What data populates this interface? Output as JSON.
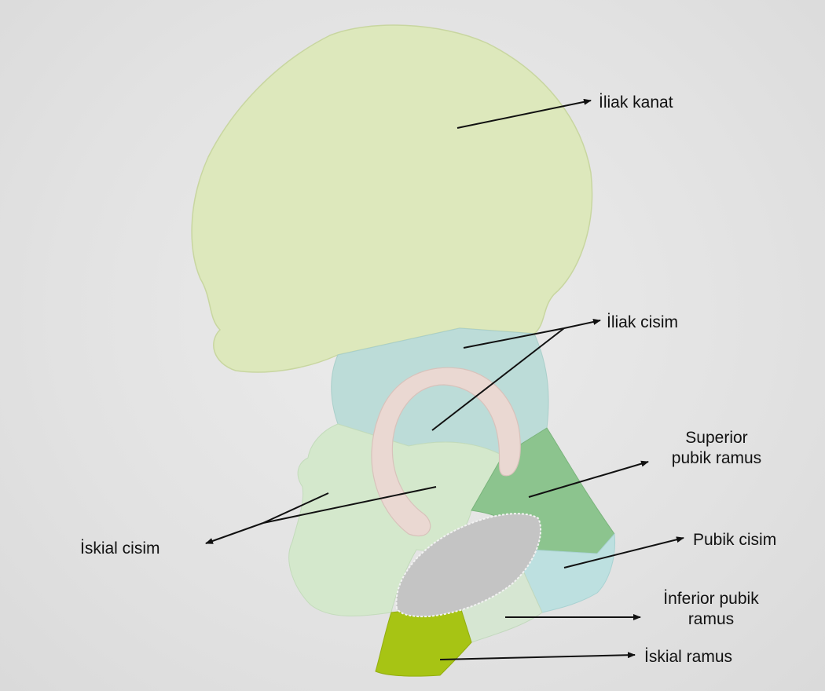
{
  "labels": {
    "iliac_wing": "İliak kanat",
    "iliac_body": "İliak cisim",
    "superior_pubic_ramus_line1": "Superior",
    "superior_pubic_ramus_line2": "pubik ramus",
    "ischial_body": "İskial cisim",
    "pubic_body": "Pubik cisim",
    "inferior_pubic_ramus_line1": "İnferior pubik",
    "inferior_pubic_ramus_line2": "ramus",
    "ischial_ramus": "İskial ramus"
  },
  "colors": {
    "background": "#e4e4e4",
    "iliac_wing": "#dde8bc",
    "iliac_body": "#bcdcd8",
    "ischial_body": "#d4e8cc",
    "superior_pubic_ramus": "#8cc48e",
    "pubic_body": "#bde0e0",
    "inferior_pubic_ramus": "#d6e6d2",
    "ischial_ramus": "#a7c414",
    "acetabulum_lunate": "#ead8d2",
    "obturator_foramen": "#c4c4c4",
    "arrow": "#111111"
  }
}
